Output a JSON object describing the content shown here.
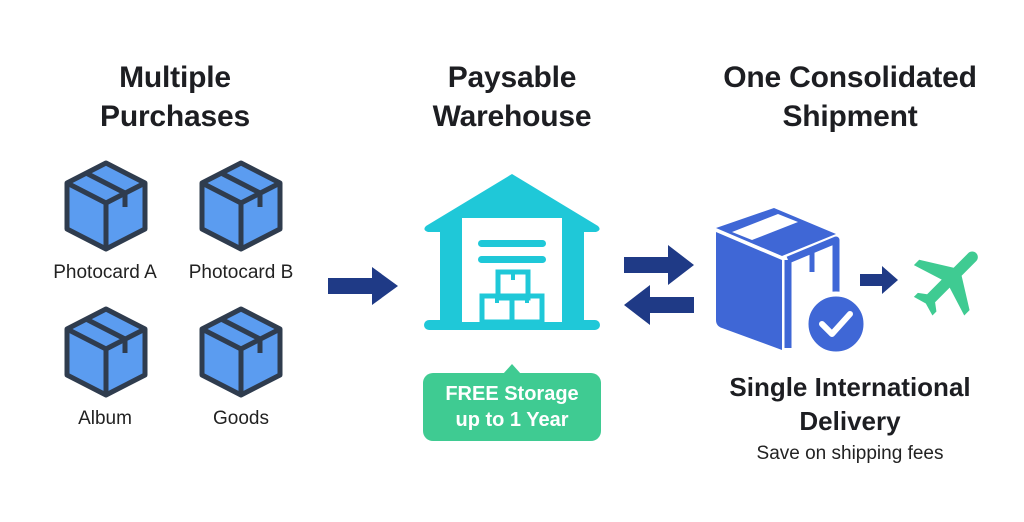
{
  "columns": {
    "purchases": {
      "title_line1": "Multiple",
      "title_line2": "Purchases",
      "items": [
        {
          "label": "Photocard A",
          "icon": "package-box-icon"
        },
        {
          "label": "Photocard B",
          "icon": "package-box-icon"
        },
        {
          "label": "Album",
          "icon": "package-box-icon"
        },
        {
          "label": "Goods",
          "icon": "package-box-icon"
        }
      ]
    },
    "warehouse": {
      "title_line1": "Paysable",
      "title_line2": "Warehouse",
      "icon": "warehouse-icon",
      "badge_line1": "FREE Storage",
      "badge_line2": "up to 1 Year"
    },
    "shipment": {
      "title_line1": "One Consolidated",
      "title_line2": "Shipment",
      "icon": "consolidated-box-check-icon",
      "delivery_icon": "airplane-icon",
      "subtitle_line1": "Single International",
      "subtitle_line2": "Delivery",
      "caption": "Save on shipping fees"
    }
  },
  "colors": {
    "box_fill": "#5b9cf0",
    "box_stroke": "#2f3c4e",
    "warehouse": "#1fc8d8",
    "arrow": "#1f3a86",
    "shipment_box": "#3f67d6",
    "accent_green": "#3fcb92",
    "heading_text": "#1d1e22"
  }
}
